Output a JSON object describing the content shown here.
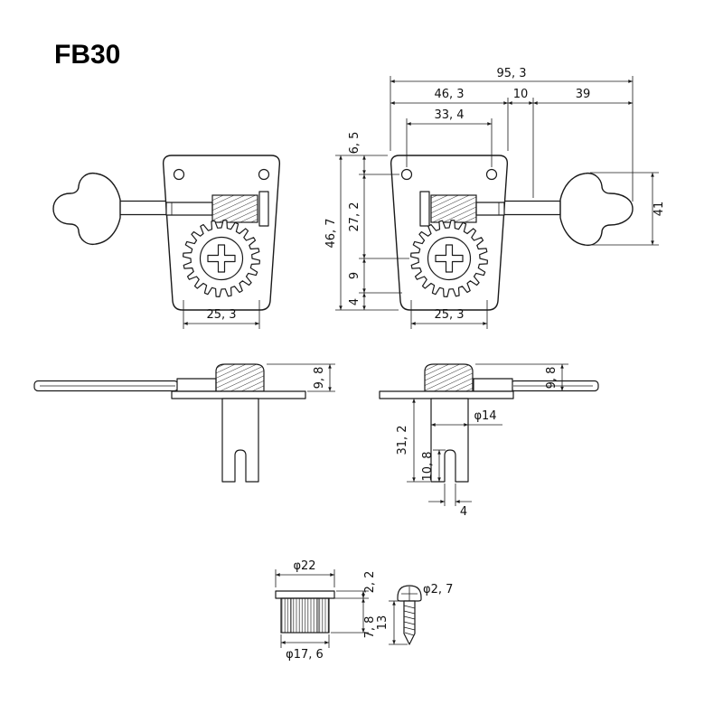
{
  "title": "FB30",
  "front_view": {
    "overall_width": "95, 3",
    "plate_width": "46, 3",
    "bushing_offset": "10",
    "key_length": "39",
    "hole_spacing": "33, 4",
    "top_to_shaft": "6, 5",
    "plate_height": "46, 7",
    "shaft_to_gear": "27, 2",
    "gear_to_step": "9",
    "step_to_bottom": "4",
    "key_height": "41",
    "gear_width_left": "25, 3",
    "gear_width_right": "25, 3"
  },
  "side_view": {
    "knob_height_left": "9, 8",
    "knob_height_right": "9, 8",
    "post_length": "31, 2",
    "slot_depth": "10, 8",
    "post_diameter": "φ14",
    "slot_width": "4"
  },
  "bushing": {
    "flange_diameter": "φ22",
    "flange_height": "2, 2",
    "body_diameter": "φ17, 6",
    "body_height": "7, 8"
  },
  "screw": {
    "diameter": "φ2, 7",
    "length": "13"
  }
}
